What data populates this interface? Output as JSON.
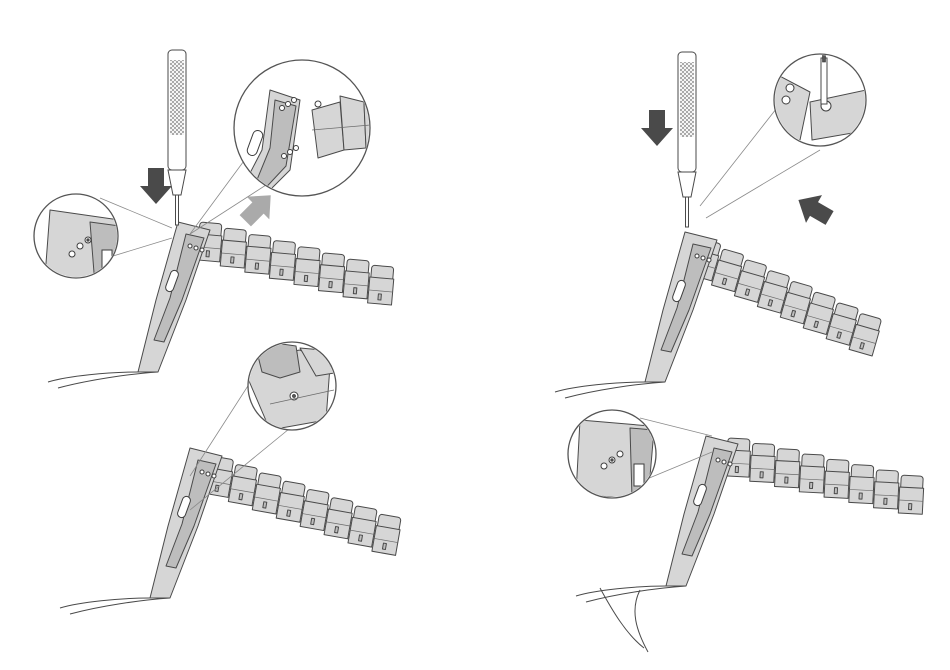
{
  "colors": {
    "metal": "#d6d6d6",
    "outline": "#4a4a4a",
    "arrow_dark": "#4a4a4a",
    "arrow_light": "#aaaaaa"
  },
  "icons": {
    "push_arrow": "arrow-down-icon",
    "pull_arrow": "arrow-up-right-icon",
    "insert_arrow": "arrow-left-icon"
  },
  "steps": [
    {
      "id": 1,
      "loupes": 2,
      "arrows": [
        "down",
        "up-right"
      ],
      "tool": true
    },
    {
      "id": 2,
      "loupes": 1,
      "arrows": [
        "down",
        "left"
      ],
      "tool": true
    },
    {
      "id": 3,
      "loupes": 1,
      "arrows": [],
      "tool": false
    },
    {
      "id": 4,
      "loupes": 1,
      "arrows": [],
      "tool": false
    }
  ]
}
